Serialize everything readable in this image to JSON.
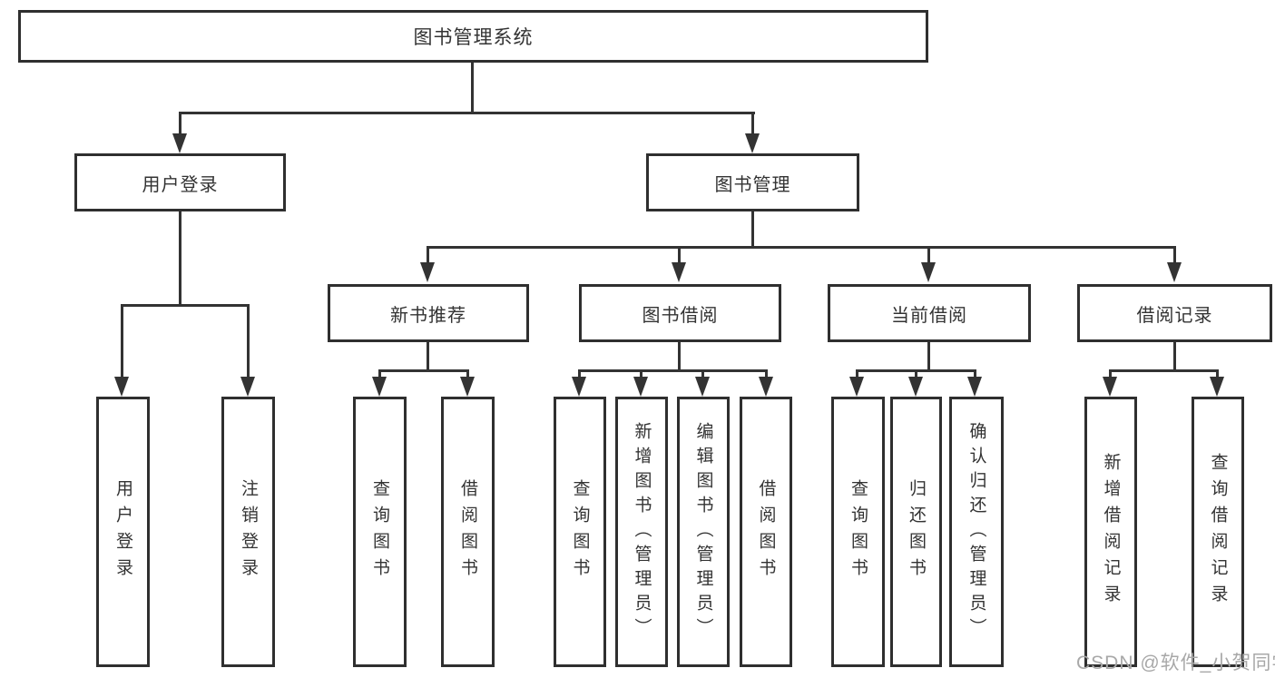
{
  "title": "图书管理系统",
  "tree": {
    "root": {
      "label": "图书管理系统"
    },
    "branches": [
      {
        "label": "用户登录",
        "leaves": [
          {
            "label": "用户登录"
          },
          {
            "label": "注销登录"
          }
        ]
      },
      {
        "label": "图书管理",
        "groups": [
          {
            "label": "新书推荐",
            "leaves": [
              {
                "label": "查询图书"
              },
              {
                "label": "借阅图书"
              }
            ]
          },
          {
            "label": "图书借阅",
            "leaves": [
              {
                "label": "查询图书"
              },
              {
                "label": "新增图书（管理员）"
              },
              {
                "label": "编辑图书（管理员）"
              },
              {
                "label": "借阅图书"
              }
            ]
          },
          {
            "label": "当前借阅",
            "leaves": [
              {
                "label": "查询图书"
              },
              {
                "label": "归还图书"
              },
              {
                "label": "确认归还（管理员）"
              }
            ]
          },
          {
            "label": "借阅记录",
            "leaves": [
              {
                "label": "新增借阅记录"
              },
              {
                "label": "查询借阅记录"
              }
            ]
          }
        ]
      }
    ]
  },
  "watermark": {
    "text": "CSDN @软件_小贺同学"
  },
  "colors": {
    "line": "#333333",
    "box_border": "#2f2f2f",
    "text": "#333333",
    "watermark": "#a8a8a8",
    "background": "#ffffff"
  }
}
